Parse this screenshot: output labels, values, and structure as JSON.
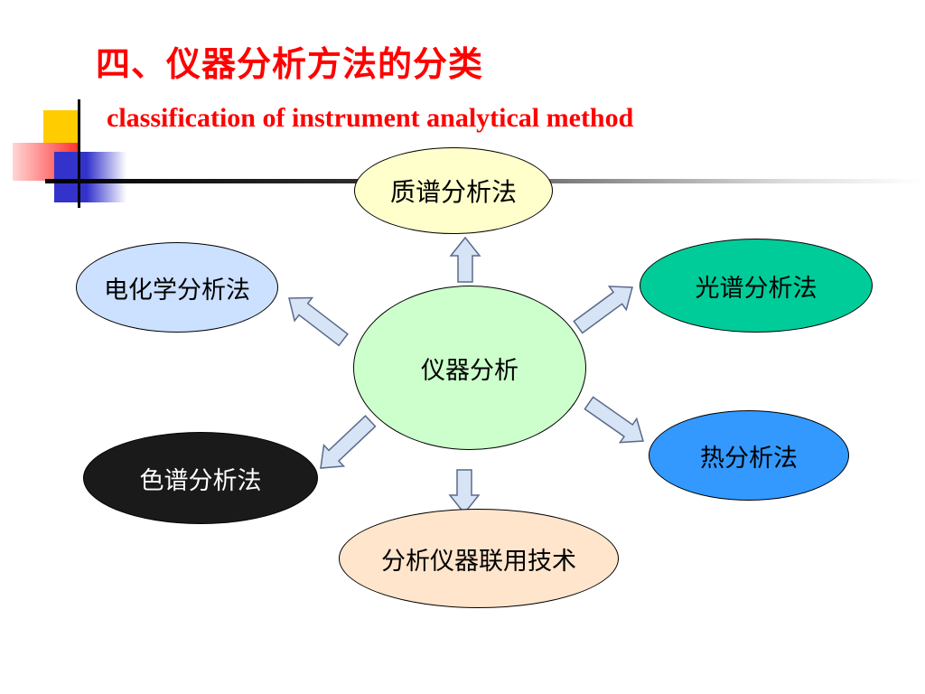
{
  "title": "四、仪器分析方法的分类",
  "subtitle": "classification of instrument analytical method",
  "center": {
    "label": "仪器分析",
    "color": "#ccffcc"
  },
  "methods": [
    {
      "id": "mass",
      "label": "质谱分析法",
      "color": "#ffffcc",
      "text_color": "#000000"
    },
    {
      "id": "spectral",
      "label": "光谱分析法",
      "color": "#00cc99",
      "text_color": "#000000"
    },
    {
      "id": "thermal",
      "label": "热分析法",
      "color": "#3399ff",
      "text_color": "#000000"
    },
    {
      "id": "hyphenated",
      "label": "分析仪器联用技术",
      "color": "#ffe5cc",
      "text_color": "#000000"
    },
    {
      "id": "chromatography",
      "label": "色谱分析法",
      "color": "#1a1a1a",
      "text_color": "#ffffff"
    },
    {
      "id": "electrochemical",
      "label": "电化学分析法",
      "color": "#cce0ff",
      "text_color": "#000000"
    }
  ],
  "colors": {
    "title": "#ff0000",
    "arrow_fill": "#d6e4f5",
    "arrow_stroke": "#5a6a8a",
    "deco_yellow": "#ffcc00",
    "deco_blue": "#3333cc",
    "deco_red": "#ff3333"
  }
}
